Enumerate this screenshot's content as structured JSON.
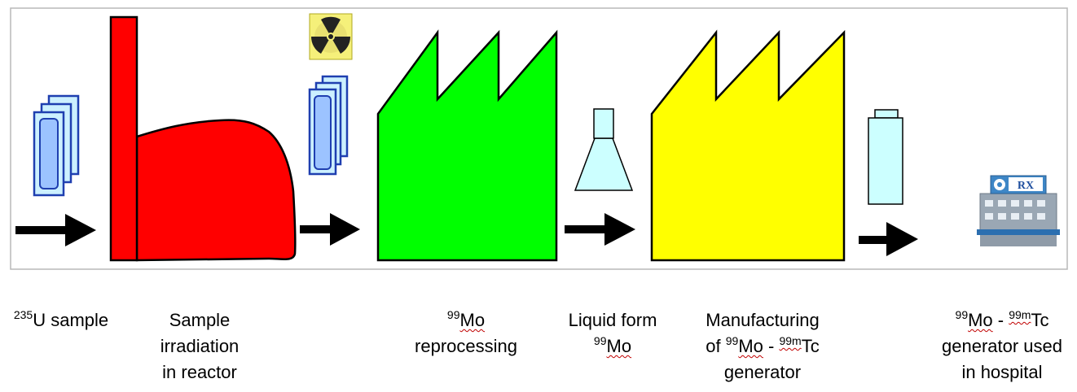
{
  "labels": {
    "u_sample": {
      "sup": "235",
      "text": "U sample"
    },
    "irradiation": {
      "line1": "Sample",
      "line2": "irradiation",
      "line3": "in reactor"
    },
    "reprocessing": {
      "sup": "99",
      "word": "Mo",
      "line2": "reprocessing"
    },
    "liquid": {
      "line1": "Liquid form",
      "sup": "99",
      "word": "Mo"
    },
    "manufacturing": {
      "line1": "Manufacturing",
      "prefix": "of ",
      "sup1": "99",
      "word1": "Mo",
      "dash": " - ",
      "sup2": "99m",
      "word2": "Tc",
      "line3": "generator"
    },
    "hospital": {
      "sup1": "99",
      "word1": "Mo",
      "dash": " - ",
      "sup2": "99m",
      "word2": "Tc",
      "line2": "generator used",
      "line3": "in hospital"
    }
  },
  "hospital_sign": "RX",
  "colors": {
    "reactor": "#ff0000",
    "reprocessing_plant": "#00ff00",
    "manufacturing_plant": "#ffff00",
    "arrow": "#000000",
    "sample_fill": "#9cc3ff",
    "sample_border": "#1f3f9f",
    "vial_fill": "#ccffff",
    "radiation_bg": "#f5f07a"
  },
  "icons": [
    "sample-stack-icon",
    "radiation-warning-icon",
    "flask-icon",
    "vial-icon",
    "hospital-icon"
  ]
}
